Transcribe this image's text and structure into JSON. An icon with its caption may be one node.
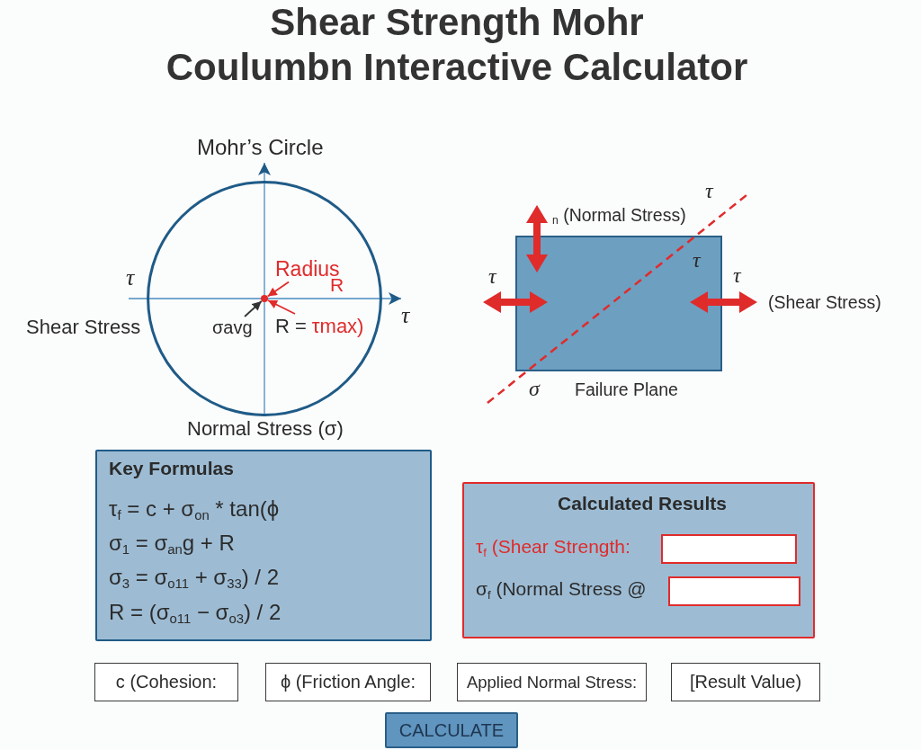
{
  "diagram": {
    "title": "Shear Strength Mohr Coulumbn Interactive Calculator",
    "nodes": [
      {
        "text": [
          "R"
        ]
      },
      {
        "text": [
          "Radius"
        ],
        "in": 0
      },
      {
        "text": [
          "R =",
          "τmax)"
        ],
        "in": 0
      },
      {
        "text": [
          "σavg"
        ],
        "in": 0
      },
      {
        "text": [],
        "shape": "circle",
        "in": 0
      },
      {
        "text": [
          "τ"
        ]
      },
      {
        "text": [
          "Key Formulas",
          "τ$_{f}$ = c + σ$_{on}$ * tan(ϕ",
          "σ$_{1}$ = σ$_{an}$g + R",
          "σ$_{3}$ = σ$_{o11}$ + σ$_{33}$) / 2",
          "R = (σ$_{o11}$ − σ$_{o3}$) / 2"
        ]
      },
      {
        "text": [
          "Calculated Results",
          "τ$_{f}$ (Shear Strength:",
          "σ$_{f}$ (Normal Stress @"
        ]
      },
      {
        "text": [],
        "shape": "box",
        "in": 7
      },
      {
        "text": [],
        "shape": "box",
        "in": 7
      },
      {
        "text": [
          "c (Cohesion:"
        ]
      },
      {
        "text": [
          "ϕ (Friction Angle:"
        ]
      },
      {
        "text": [
          "Applied Normal Stress:"
        ]
      },
      {
        "text": [
          "[Result Value)"
        ]
      },
      {
        "text": [
          "CALCULATE"
        ]
      }
    ],
    "edges": [
      {
        "from": 1,
        "to": 4,
        "arrow": "to"
      },
      {
        "from": 2,
        "to": 4,
        "arrow": "to"
      },
      {
        "from": 3,
        "to": 4,
        "arrow": "to",
        "color": "#333333"
      }
    ],
    "labels": [
      "Mohr’s Circle",
      "τ",
      "Shear Stress",
      "τ",
      "Normal Stress (σ)",
      "τ",
      "$_{n}$ (Normal Stress)",
      "τ",
      "τ",
      "(Shear Stress)",
      "σ",
      "Failure Plane"
    ]
  }
}
